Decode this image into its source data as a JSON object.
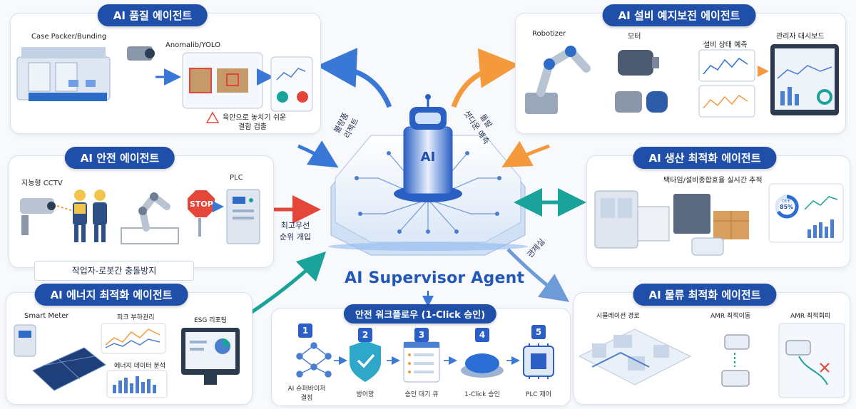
{
  "center": {
    "title": "AI Supervisor Agent",
    "tower_label": "AI"
  },
  "agents": {
    "quality": {
      "title": "AI 품질 에이전트",
      "case_packer": "Case Packer/Bunding",
      "anomalib": "Anomalib/YOLO",
      "detect_line1": "육안으로 놓치기 쉬운",
      "detect_line2": "결함 검출"
    },
    "maintenance": {
      "title": "AI 설비 예지보전 에이전트",
      "robotizer": "Robotizer",
      "motor": "모터",
      "predict": "설비 상태 예측",
      "dashboard": "관리자 대시보드"
    },
    "safety": {
      "title": "AI 안전 에이전트",
      "cctv": "지능형 CCTV",
      "plc": "PLC",
      "stop": "STOP",
      "collision": "작업자-로봇간 충돌방지"
    },
    "production": {
      "title": "AI 생산 최적화 에이전트",
      "tracking": "택타임/설비종합효율 실시간 추적",
      "oee_label": "OEE",
      "oee_value": "85%"
    },
    "energy": {
      "title": "AI 에너지 최적화 에이전트",
      "smart_meter": "Smart Meter",
      "peak": "피크 부하관리",
      "esg": "ESG 리포팅",
      "analysis": "에너지 데이터 분석"
    },
    "logistics": {
      "title": "AI 물류 최적화 에이전트",
      "sim_route": "시뮬레이션 경로",
      "amr_move": "AMR 최적이동",
      "amr_avoid": "AMR 최적회피"
    }
  },
  "connectors": {
    "reject": "불량품\n리젝트",
    "predict_down": "돌발\n셧다운 예측",
    "priority": "최고우선\n순위 개입",
    "control_room": "관제실"
  },
  "workflow": {
    "title": "안전 워크플로우 (1-Click 승인)",
    "steps": [
      {
        "num": "1",
        "label": "AI 슈퍼바이저\n결정"
      },
      {
        "num": "2",
        "label": "방어망"
      },
      {
        "num": "3",
        "label": "승인 대기 큐"
      },
      {
        "num": "4",
        "label": "1-Click 승인"
      },
      {
        "num": "5",
        "label": "PLC 제어"
      }
    ]
  },
  "colors": {
    "navy": "#1f4fa8",
    "accent_blue": "#2b6fd6",
    "orange": "#f59a3c",
    "red": "#e4473a",
    "teal": "#1aa39a"
  }
}
